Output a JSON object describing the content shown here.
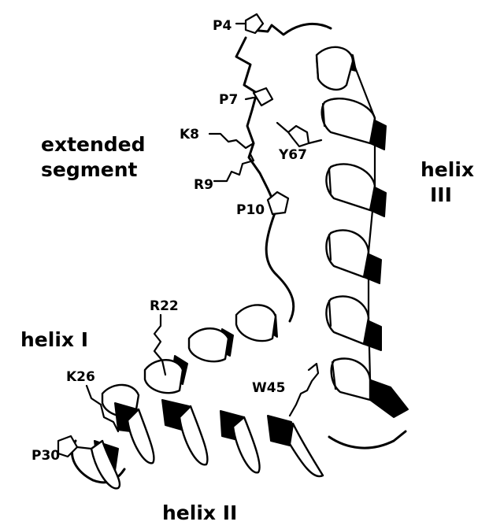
{
  "regions": {
    "extended_segment_line1": "extended",
    "extended_segment_line2": "segment",
    "helix_iii_line1": "helix",
    "helix_iii_line2": "III",
    "helix_i": "helix I",
    "helix_ii": "helix II"
  },
  "residues": {
    "p4": "P4",
    "p7": "P7",
    "k8": "K8",
    "y67": "Y67",
    "r9": "R9",
    "p10": "P10",
    "r22": "R22",
    "k26": "K26",
    "w45": "W45",
    "p30": "P30"
  }
}
